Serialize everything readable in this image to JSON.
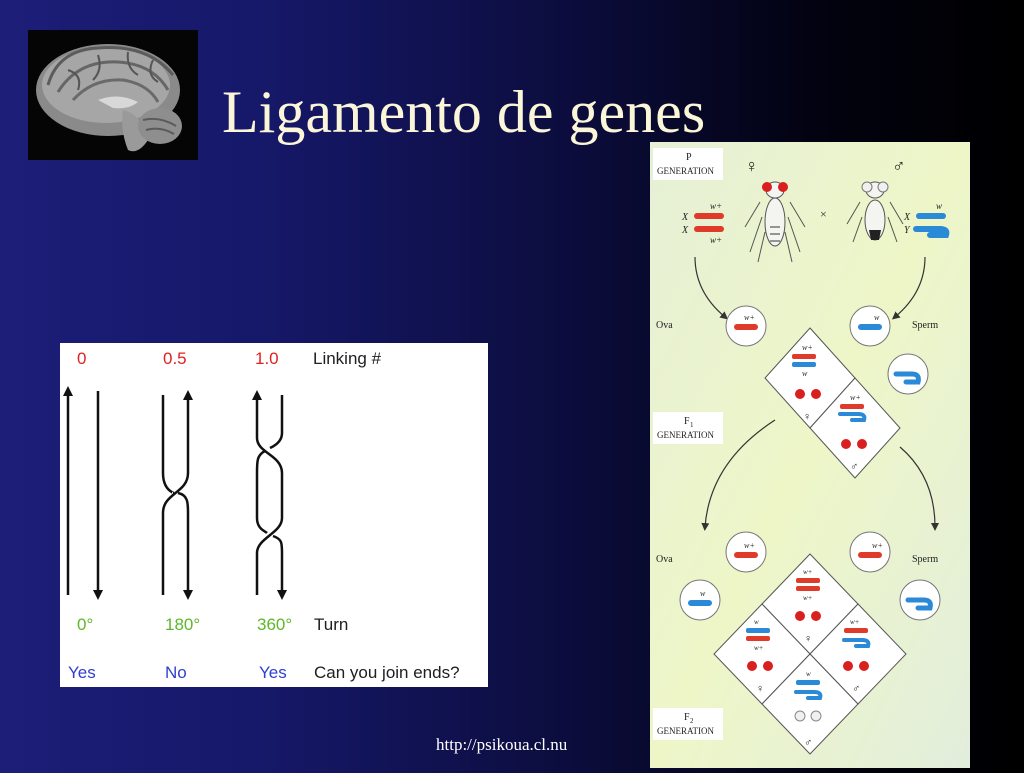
{
  "slide": {
    "title": "Ligamento de genes",
    "footer_url": "http://psikoua.cl.nu"
  },
  "linking": {
    "header": "Linking #",
    "turn_label": "Turn",
    "join_label": "Can you join ends?",
    "columns": [
      {
        "linking": "0",
        "turn": "0°",
        "join": "Yes"
      },
      {
        "linking": "0.5",
        "turn": "180°",
        "join": "No"
      },
      {
        "linking": "1.0",
        "turn": "360°",
        "join": "Yes"
      }
    ]
  },
  "genetics": {
    "p_gen": "P",
    "generation": "GENERATION",
    "f1": "F",
    "f1_sub": "1",
    "f2": "F",
    "f2_sub": "2",
    "female_symbol": "♀",
    "male_symbol": "♂",
    "cross_symbol": "×",
    "x_label": "X",
    "y_label": "Y",
    "w_plus": "w+",
    "w": "w",
    "ova": "Ova",
    "sperm": "Sperm"
  },
  "colors": {
    "red_allele": "#e03a2a",
    "blue_allele": "#2a8ad8",
    "panel_bg": "#eef5dc"
  }
}
